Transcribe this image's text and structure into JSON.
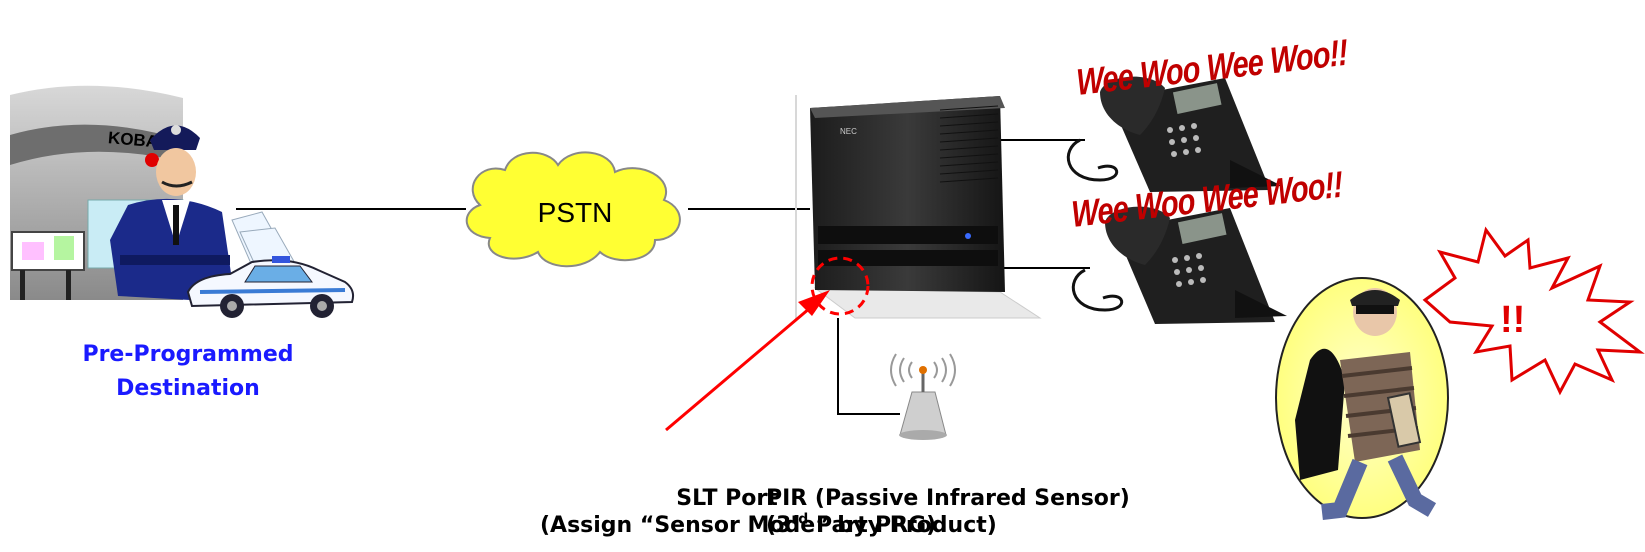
{
  "labels": {
    "koban": "KOBAN",
    "pstn": "PSTN",
    "nec": "NEC",
    "destination_line1": "Pre-Programmed",
    "destination_line2": "Destination",
    "alarm_1": "Wee Woo Wee Woo!!",
    "alarm_2": "Wee Woo Wee Woo!!",
    "burst": "!!",
    "slt_line1": "SLT Port",
    "slt_line2": "(Assign “Sensor Mode” by PRG)",
    "pir_line1": "PIR (Passive Infrared Sensor)",
    "pir_line2_pre": "(3",
    "pir_line2_sup": "rd",
    "pir_line2_post": " Party Product)"
  },
  "colors": {
    "arrow": "#ff0000",
    "cloud_fill": "#ffff33",
    "destination_text": "#1a1aff",
    "alarm_text": "#c00000",
    "pbx_body": "#2a2a2a",
    "line": "#000000"
  },
  "icons": [
    "police-station-icon",
    "police-officer-icon",
    "police-car-icon",
    "cloud-icon",
    "pbx-icon",
    "phone-icon",
    "pir-sensor-icon",
    "burglar-icon",
    "explosion-icon"
  ]
}
